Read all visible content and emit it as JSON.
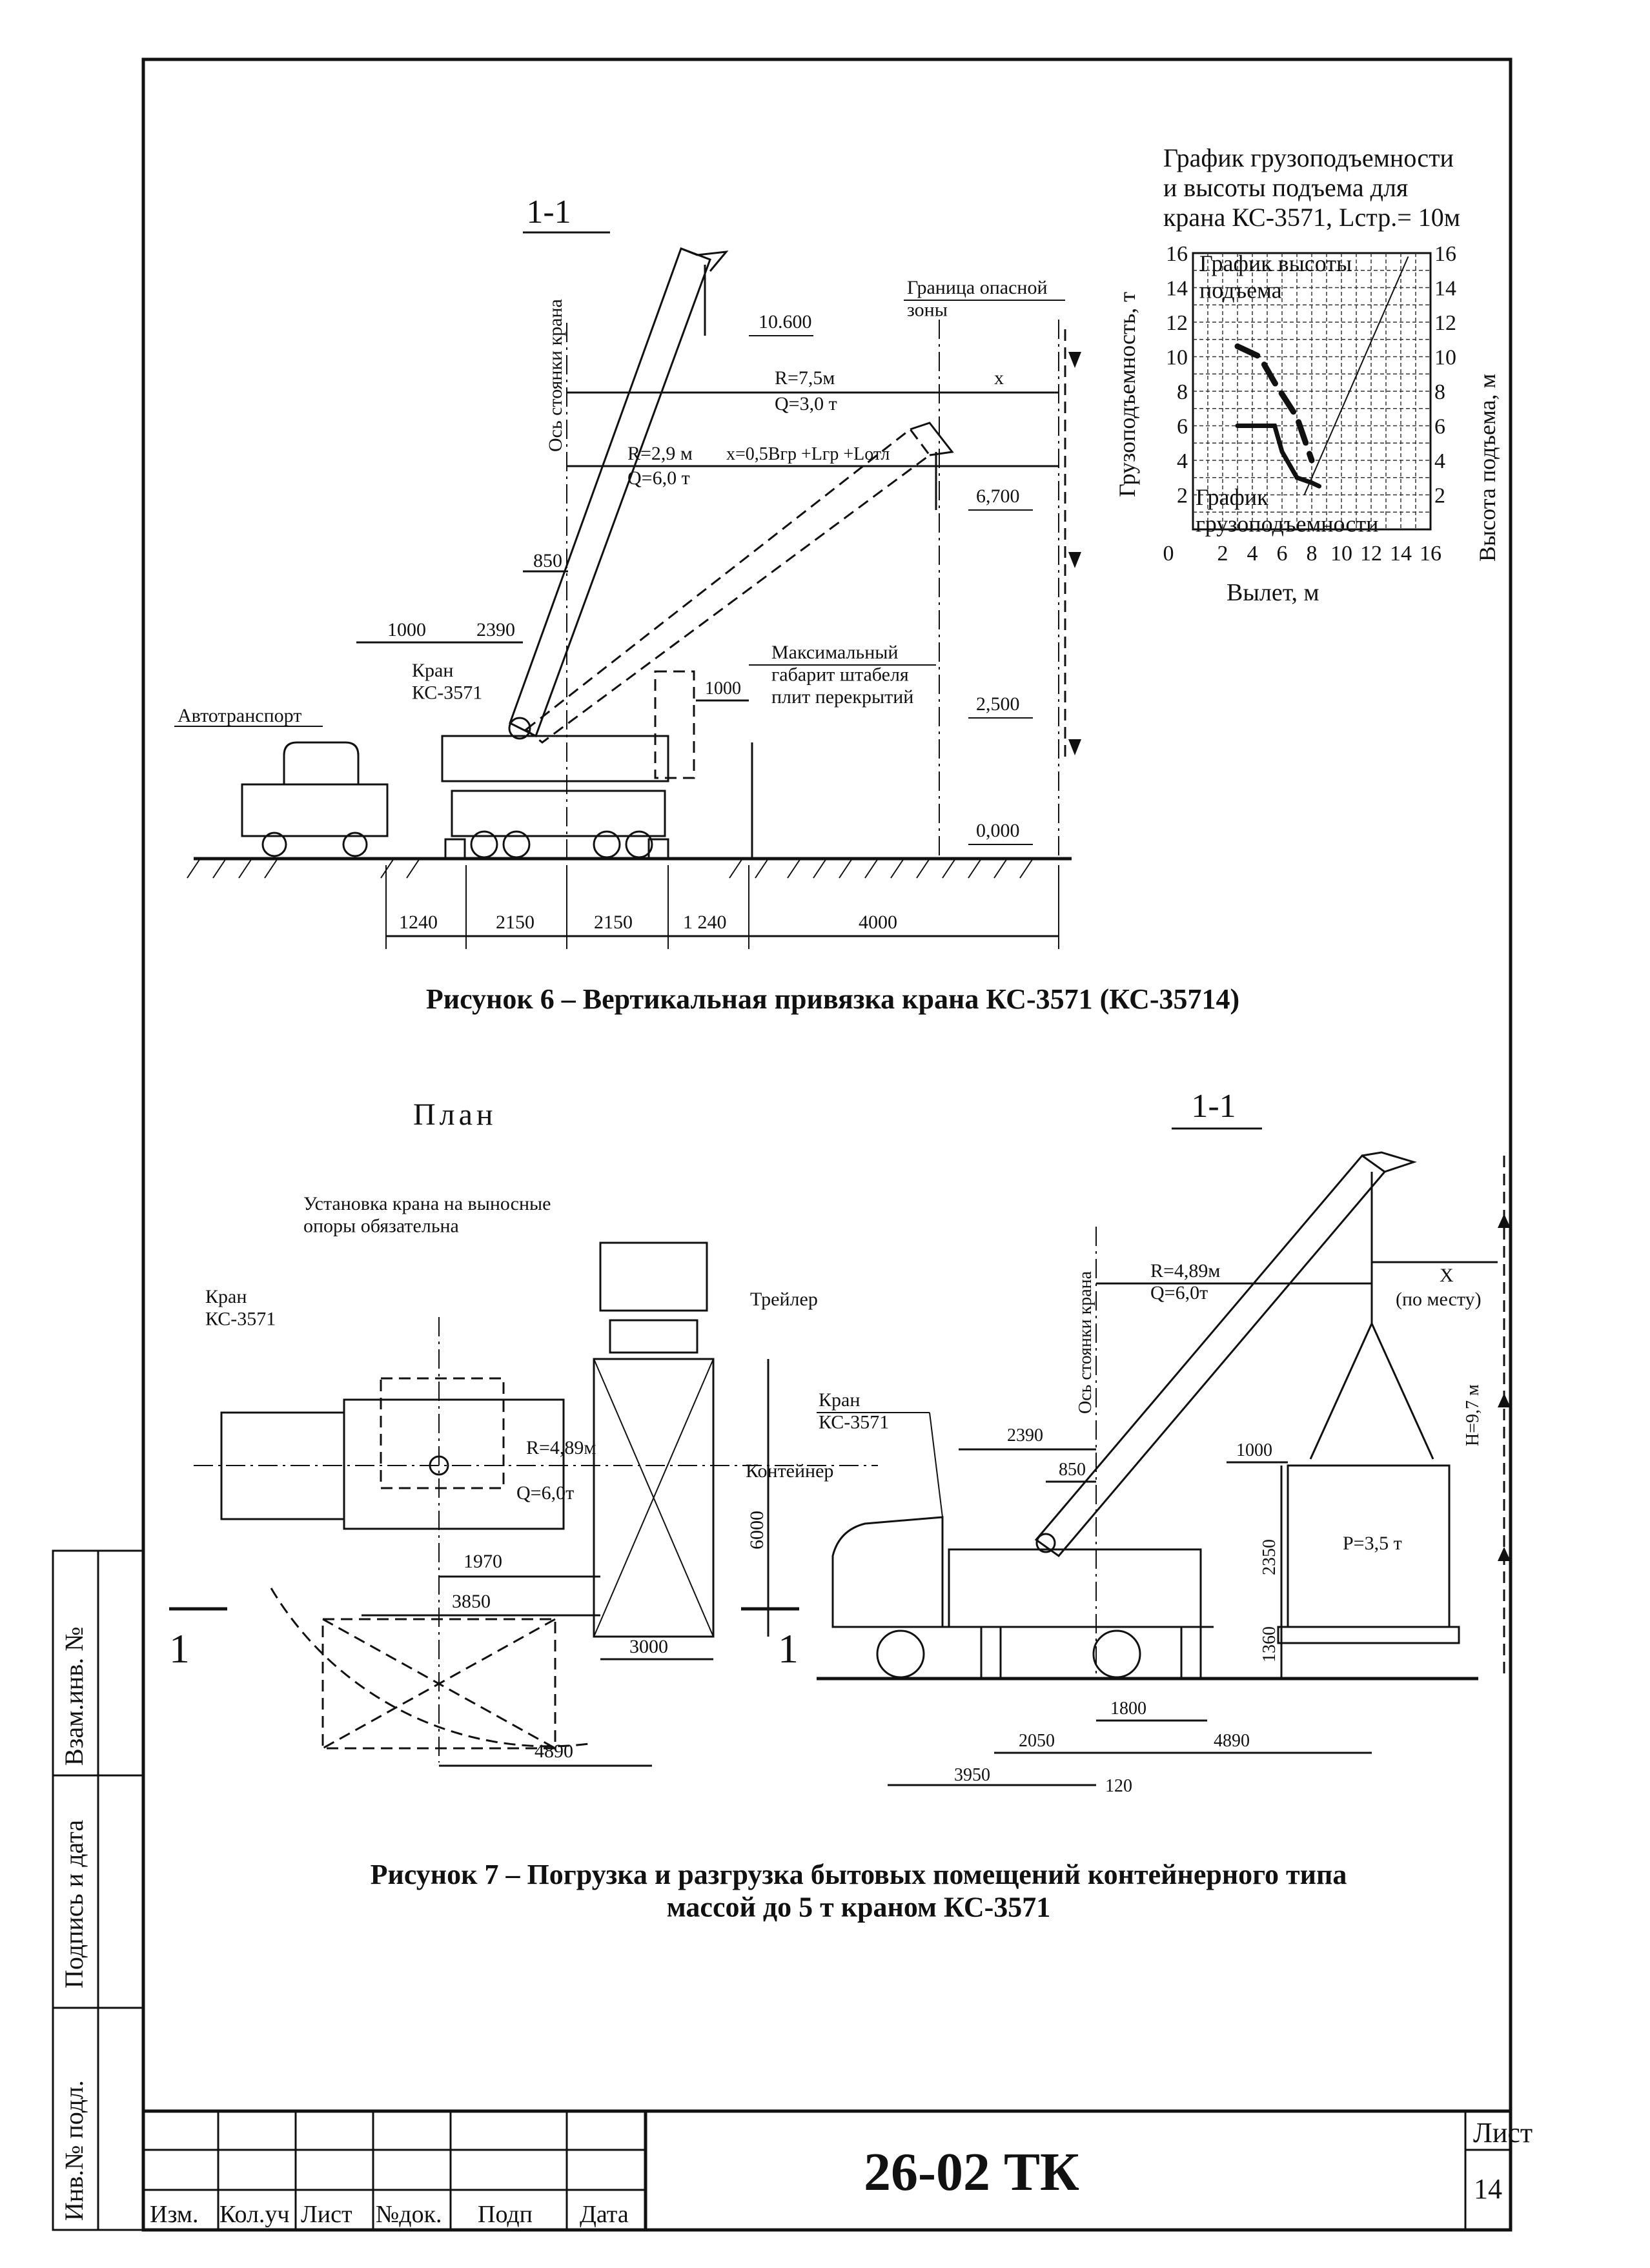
{
  "fig6": {
    "section": "1-1",
    "caption": "Рисунок 6 – Вертикальная привязка крана КС-3571 (КС-35714)",
    "axis_label": "Ось стоянки крана",
    "danger_zone": "Граница опасной\nзоны",
    "crane_label": "Кран\nКС-3571",
    "truck_label": "Автотранспорт",
    "stack_label": "Максимальный\nгабарит штабеля\nплит перекрытий",
    "r1": "R=7,5м",
    "q1": "Q=3,0 т",
    "r2": "R=2,9 м",
    "q2": "Q=6,0 т",
    "formula": "x=0,5Bгр +Lгр +Lотл",
    "x": "x",
    "levels": [
      "10.600",
      "6,700",
      "2,500",
      "0,000"
    ],
    "dims_top": [
      "1000",
      "2390",
      "850",
      "1000"
    ],
    "dims_bottom": [
      "1240",
      "2150",
      "2150",
      "1 240",
      "4000"
    ]
  },
  "chart": {
    "title": "График грузоподъемности\nи высоты подъема для\nкрана КС-3571, Lстр.= 10м",
    "height_label": "График высоты\nподъема",
    "capacity_label": "График\nгрузоподъемности",
    "ylabel_left": "Грузоподъемность, т",
    "ylabel_right": "Высота подъема, м",
    "xlabel": "Вылет, м",
    "y_ticks": [
      "16",
      "14",
      "12",
      "10",
      "8",
      "6",
      "4",
      "2"
    ],
    "x_ticks": [
      "0",
      "2",
      "4",
      "6",
      "8",
      "10",
      "12",
      "14",
      "16"
    ]
  },
  "chart_data": {
    "type": "line",
    "title": "График грузоподъемности и высоты подъема для крана КС-3571, Lстр.= 10м",
    "xlabel": "Вылет, м",
    "ylabel": "Грузоподъемность, т",
    "ylabel_right": "Высота подъема, м",
    "xlim": [
      0,
      16
    ],
    "ylim": [
      0,
      16
    ],
    "grid": true,
    "series": [
      {
        "name": "График высоты подъема",
        "x": [
          3,
          4.5,
          5.5,
          7,
          8
        ],
        "y": [
          10.6,
          10,
          8.5,
          6.5,
          4
        ]
      },
      {
        "name": "График грузоподъемности",
        "x": [
          3,
          5.5,
          6,
          7,
          8,
          8.5
        ],
        "y": [
          6,
          6,
          4.5,
          3,
          2.7,
          2.5
        ]
      }
    ]
  },
  "fig7": {
    "plan": "План",
    "section": "1-1",
    "caption": "Рисунок 7 – Погрузка и разгрузка бытовых помещений контейнерного типа\nмассой до 5 т краном КС-3571",
    "note": "Установка крана на выносные\nопоры обязательна",
    "crane_label": "Кран\nКС-3571",
    "trailer": "Трейлер",
    "container": "Контейнер",
    "r": "R=4,89м",
    "q": "Q=6,0т",
    "x": "X",
    "in_place": "(по месту)",
    "h": "H=9,7 м",
    "p": "P=3,5 т",
    "axis_label": "Ось стоянки крана",
    "section_mark": "1",
    "dims_plan": [
      "1970",
      "3850",
      "3000",
      "4890",
      "6000"
    ],
    "dims_section": [
      "2390",
      "850",
      "1000",
      "2350",
      "1360",
      "1800",
      "2050",
      "4890",
      "3950",
      "120"
    ]
  },
  "stamp": {
    "code": "26-02 ТК",
    "sheet_label": "Лист",
    "sheet_no": "14",
    "headers": [
      "Изм.",
      "Кол.уч",
      "Лист",
      "№док.",
      "Подп",
      "Дата"
    ],
    "side": [
      "Инв.№ подл.",
      "Подпись и дата",
      "Взам.инв. №"
    ]
  }
}
